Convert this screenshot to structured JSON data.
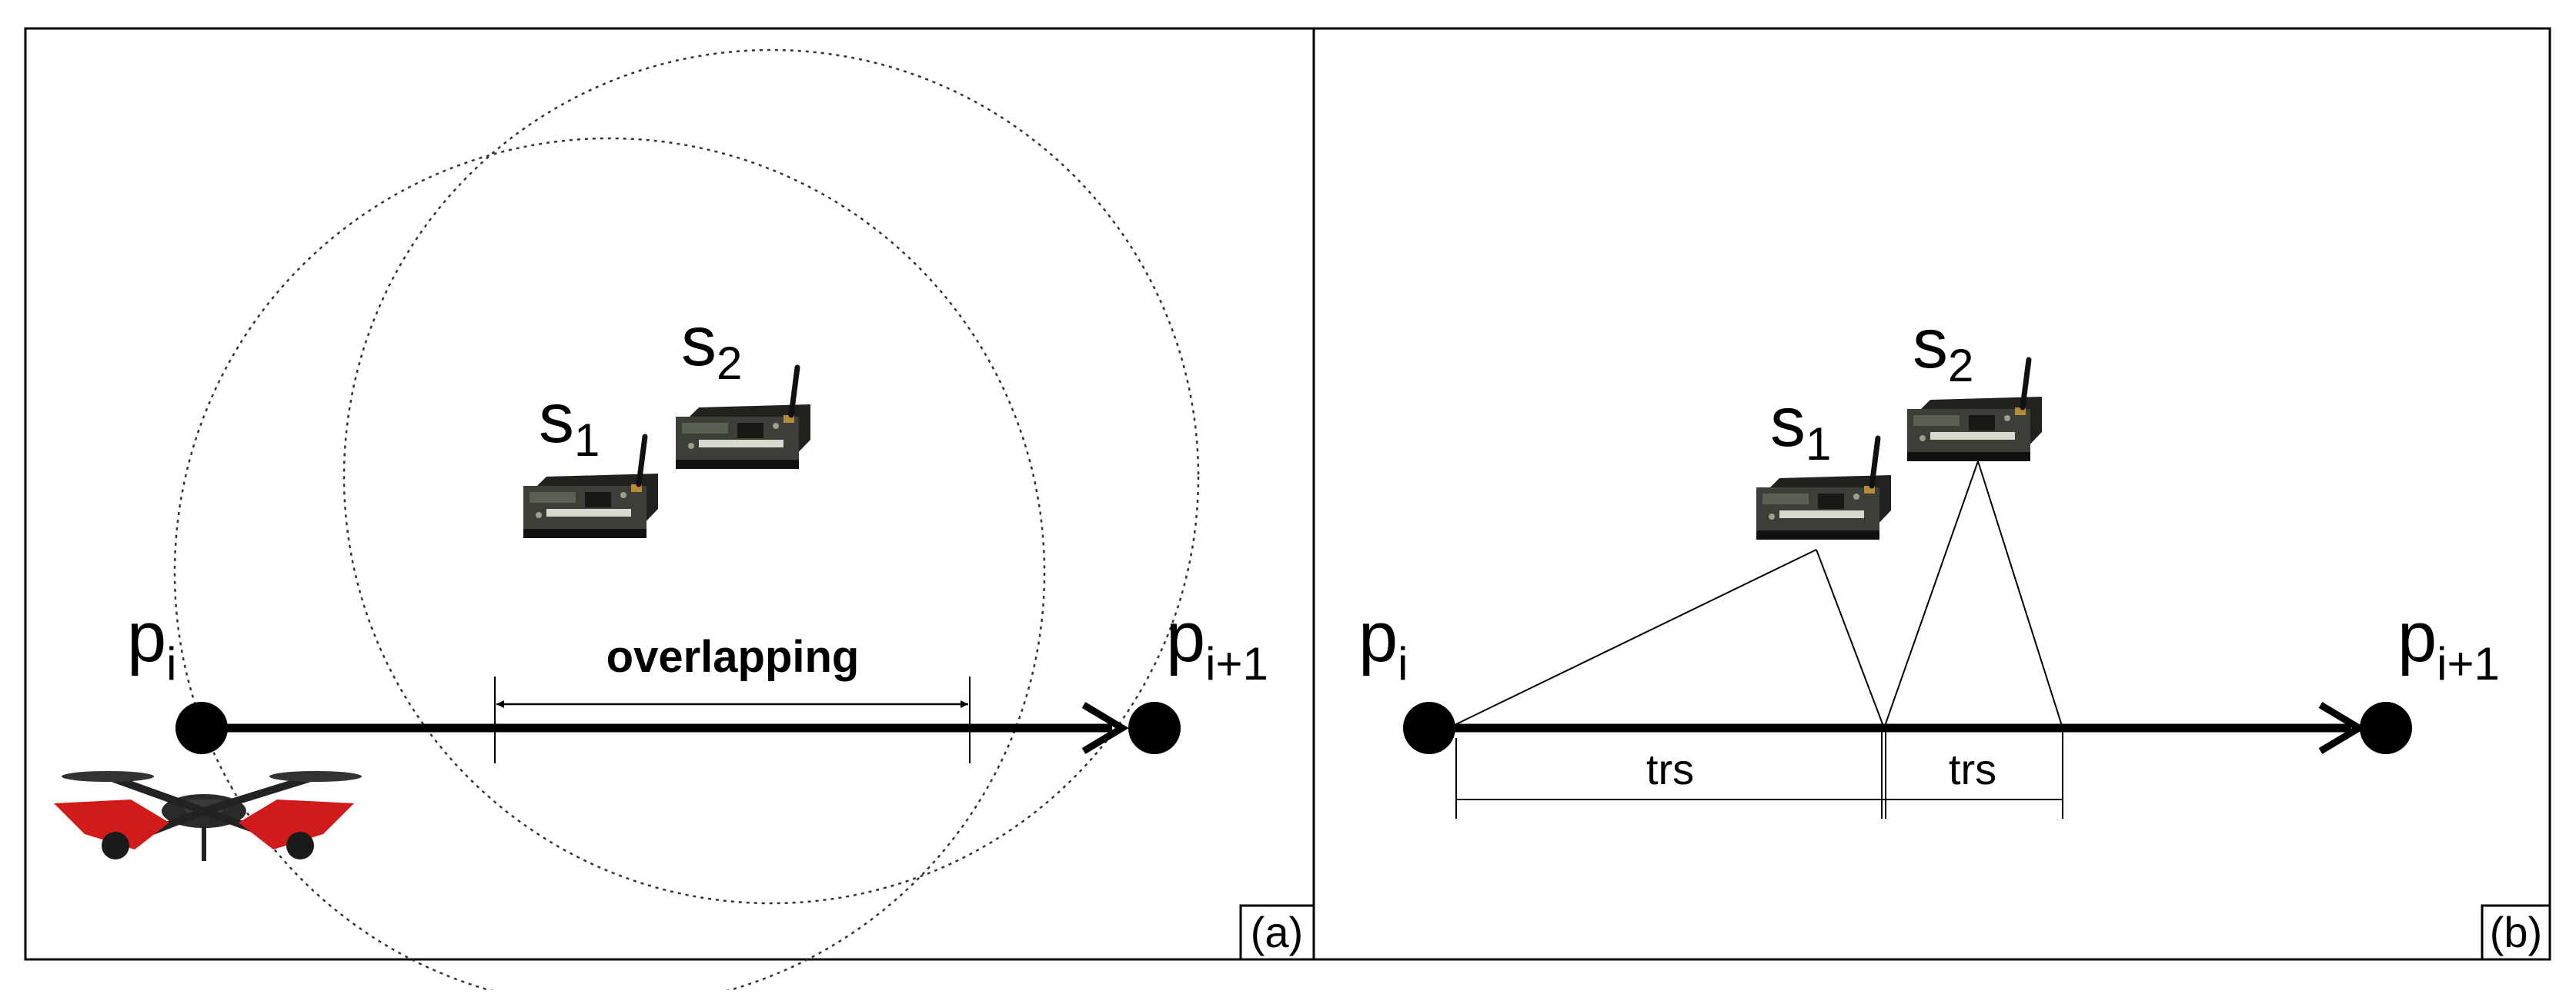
{
  "panels": {
    "a": {
      "tag": "(a)",
      "start_point": {
        "base": "p",
        "sub": "i"
      },
      "end_point": {
        "base": "p",
        "sub": "i+1"
      },
      "sensor_1": {
        "base": "s",
        "sub": "1"
      },
      "sensor_2": {
        "base": "s",
        "sub": "2"
      },
      "overlap_label": "overlapping"
    },
    "b": {
      "tag": "(b)",
      "start_point": {
        "base": "p",
        "sub": "i"
      },
      "end_point": {
        "base": "p",
        "sub": "i+1"
      },
      "sensor_1": {
        "base": "s",
        "sub": "1"
      },
      "sensor_2": {
        "base": "s",
        "sub": "2"
      },
      "interval_1_label": "trs",
      "interval_2_label": "trs"
    }
  },
  "colors": {
    "ink": "#000000",
    "board": "#3b3f37",
    "board_dark": "#1f221d",
    "drone_body": "#2a2a2a",
    "drone_wing": "#d11a1a"
  }
}
